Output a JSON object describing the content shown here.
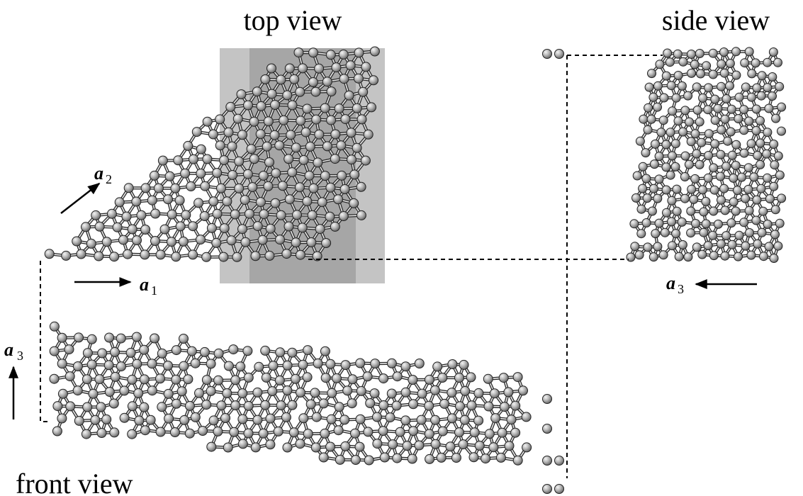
{
  "views": {
    "top": "top view",
    "side": "side view",
    "front": "front view"
  },
  "vectors": {
    "a1": {
      "symbol": "a",
      "subscript": "1"
    },
    "a2": {
      "symbol": "a",
      "subscript": "2"
    },
    "a3_side": {
      "symbol": "a",
      "subscript": "3"
    },
    "a3_front": {
      "symbol": "a",
      "subscript": "3"
    }
  },
  "colors": {
    "atom_fill": "#9a9a9a",
    "atom_highlight": "#f2f2f2",
    "bond": "#2a2a2a",
    "supercell_shade_outer": "#bdbdbd",
    "supercell_shade_inner": "#9c9c9c"
  }
}
